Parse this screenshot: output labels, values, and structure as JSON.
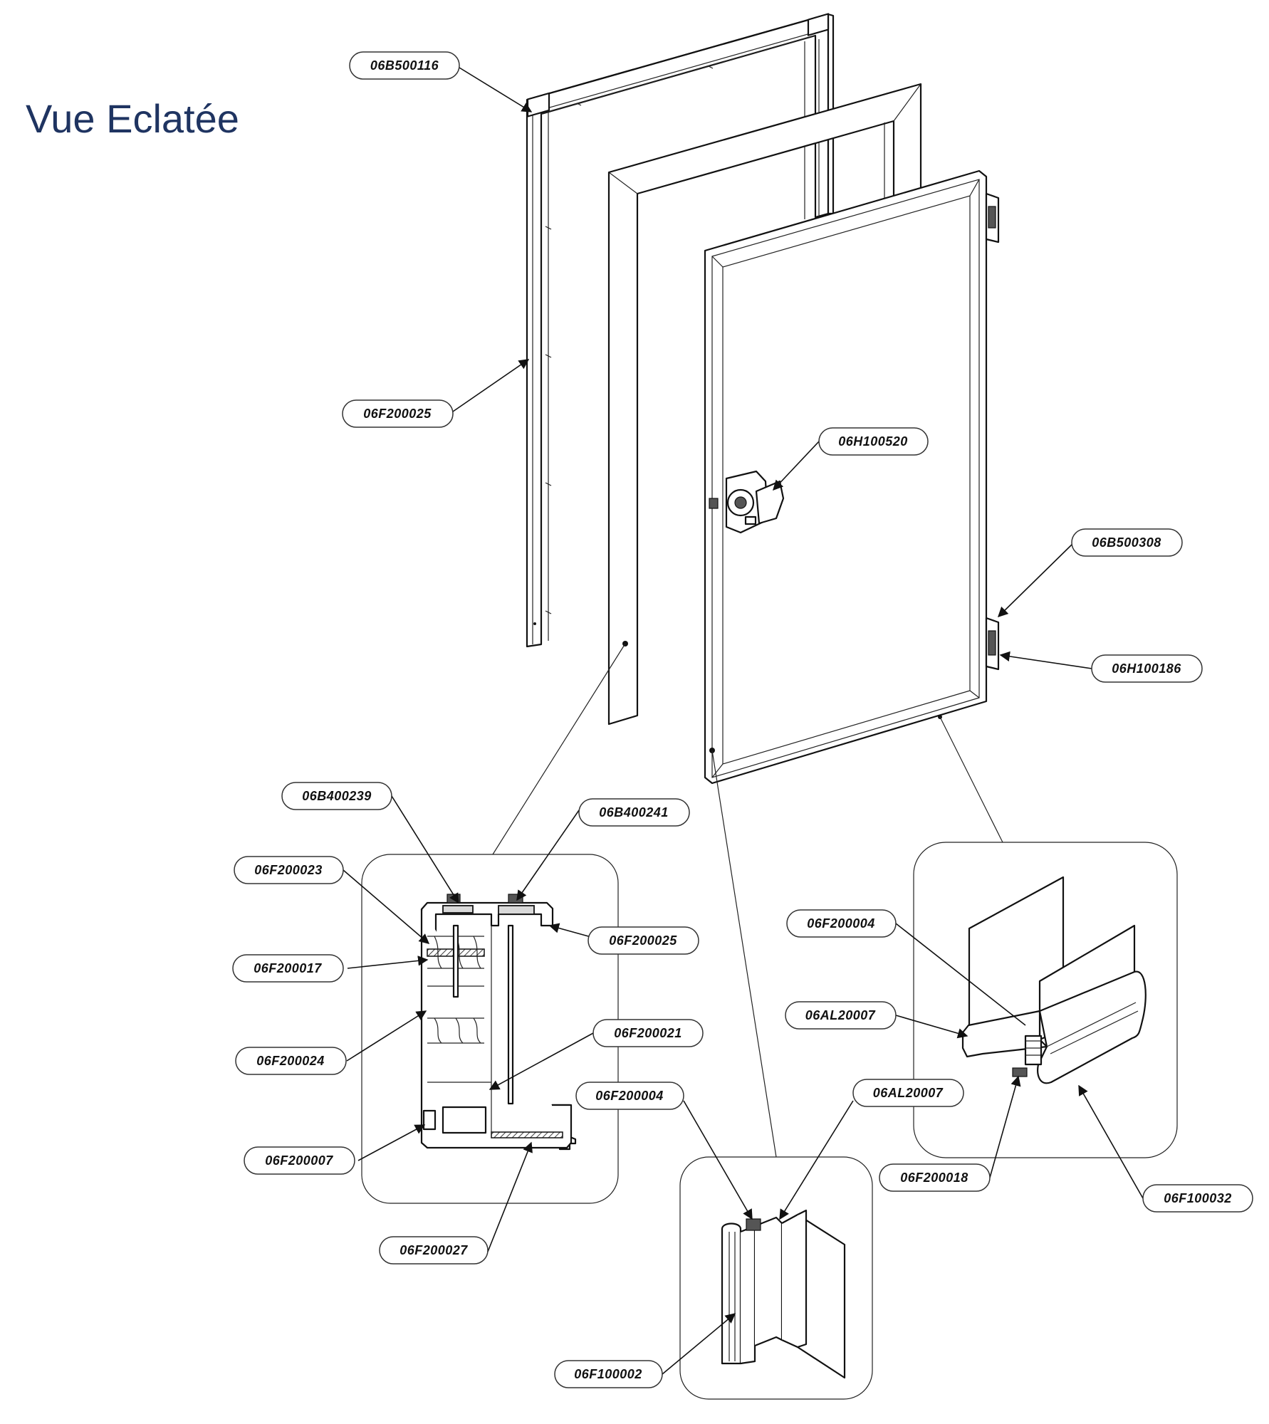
{
  "title": "Vue Eclatée",
  "colors": {
    "title": "#1f3461",
    "line": "#111111",
    "background": "#ffffff"
  },
  "labels": {
    "l01": "06B500116",
    "l02": "06F200025",
    "l03": "06H100520",
    "l04": "06B500308",
    "l05": "06H100186",
    "l06": "06B400239",
    "l07": "06B400241",
    "l08": "06F200023",
    "l09": "06F200025",
    "l10": "06F200017",
    "l11": "06F200024",
    "l12": "06F200021",
    "l13": "06F200007",
    "l14": "06F200027",
    "l15": "06F200004",
    "l16": "06AL20007",
    "l17": "06F100002",
    "l18": "06F200004",
    "l19": "06AL20007",
    "l20": "06F200018",
    "l21": "06F100032"
  }
}
